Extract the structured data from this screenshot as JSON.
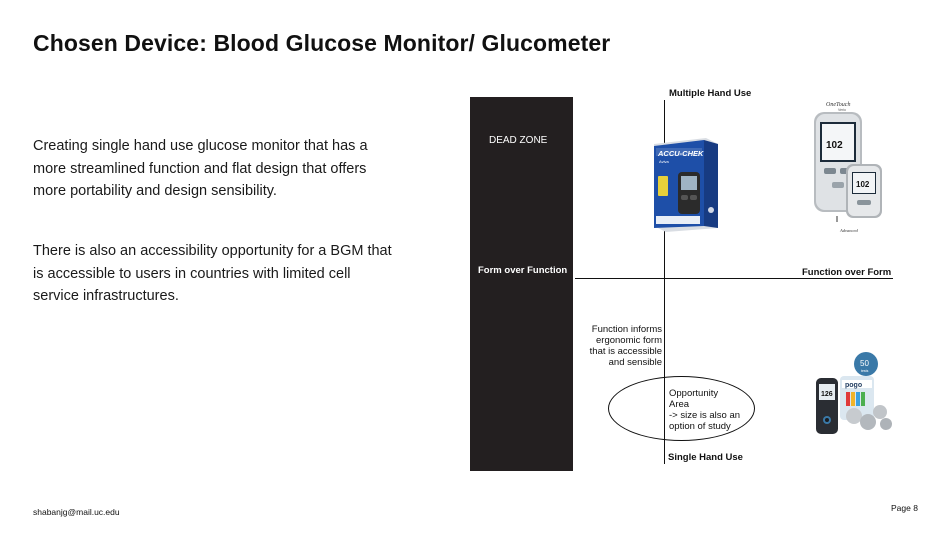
{
  "title": "Chosen Device: Blood Glucose Monitor/ Glucometer",
  "paragraphs": [
    "Creating single hand use glucose monitor that has a more streamlined function and flat design that offers more portability and design sensibility.",
    "There is also an accessibility opportunity for a BGM that is accessible to users in countries with limited cell service infrastructures."
  ],
  "chart": {
    "dead_zone_label": "DEAD ZONE",
    "axis_top": "Multiple Hand Use",
    "axis_bottom": "Single Hand Use",
    "axis_left": "Form over Function",
    "axis_right": "Function over Form",
    "function_note": "Function informs ergonomic form that is accessible and sensible",
    "opportunity_lines": [
      "Opportunity",
      "Area",
      "-> size is also an",
      "option of study"
    ],
    "products": {
      "accu_chek": {
        "brand": "ACCU-CHEK",
        "model": "Aviva"
      },
      "onetouch": {
        "brand": "OneTouch",
        "reading_large": "102",
        "reading_small": "102",
        "sub": "Verio",
        "footer": "Advanced"
      },
      "pogo": {
        "brand": "pogo",
        "reading": "126",
        "badge_number": "50",
        "badge_text": "tests"
      }
    }
  },
  "footer": {
    "email": "shabanjg@mail.uc.edu",
    "page": "Page 8"
  }
}
